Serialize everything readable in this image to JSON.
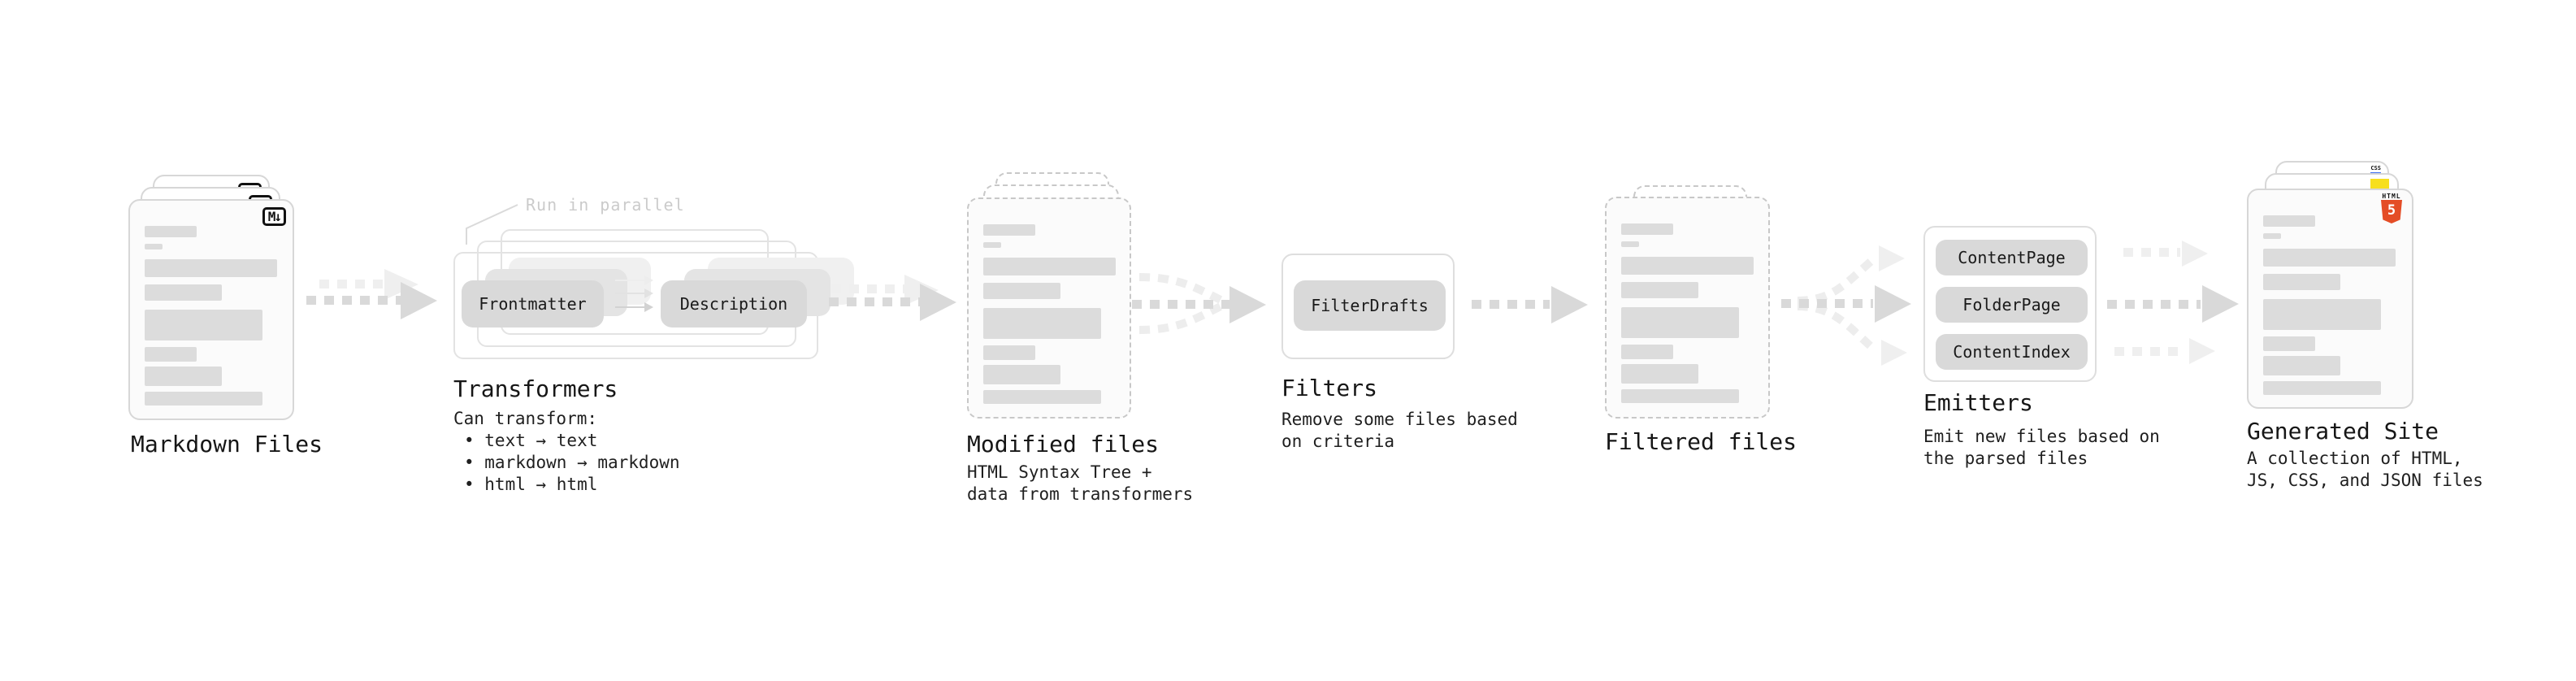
{
  "markdown_files": {
    "title": "Markdown Files",
    "icon_label": "M↓"
  },
  "transformers": {
    "annotation": "Run in parallel",
    "box_frontmatter": "Frontmatter",
    "box_description": "Description",
    "title": "Transformers",
    "desc_heading": "Can transform:",
    "bullets": [
      "• text → text",
      "• markdown → markdown",
      "• html → html"
    ]
  },
  "modified_files": {
    "title": "Modified files",
    "desc": [
      "HTML Syntax Tree +",
      "data from transformers"
    ]
  },
  "filters": {
    "box": "FilterDrafts",
    "title": "Filters",
    "desc": [
      "Remove some files based",
      "on criteria"
    ]
  },
  "filtered_files": {
    "title": "Filtered files"
  },
  "emitters": {
    "boxes": [
      "ContentPage",
      "FolderPage",
      "ContentIndex"
    ],
    "title": "Emitters",
    "desc": [
      "Emit new files based on",
      "the parsed files"
    ]
  },
  "generated_site": {
    "title": "Generated Site",
    "desc": [
      "A collection of HTML,",
      "JS, CSS, and JSON files"
    ],
    "badge_html_word": "HTML",
    "badge_html_number": "5",
    "badge_css": "CSS"
  },
  "colors": {
    "html5_orange": "#e44d26",
    "js_yellow": "#f7df1e",
    "css_blue": "#3b6cf0",
    "box_gray": "#d9d9d9",
    "arrow_dark": "#d9d9d9",
    "arrow_light": "#efefef",
    "annotation_gray": "#cbcbcb"
  }
}
